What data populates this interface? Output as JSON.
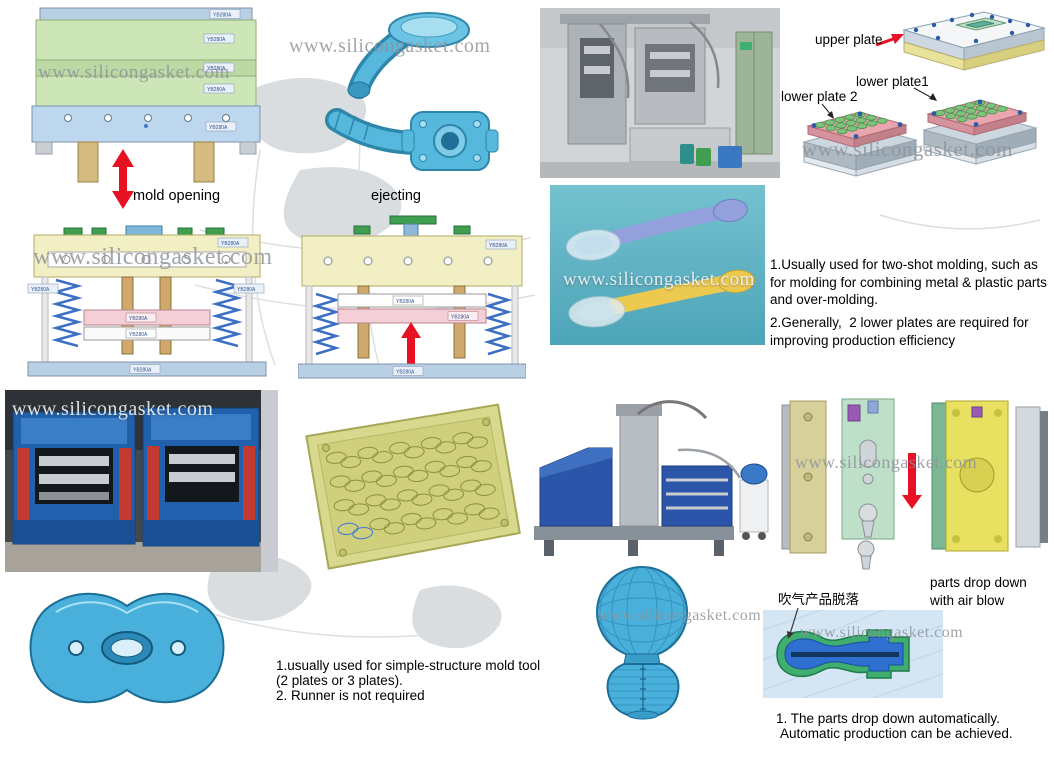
{
  "watermark": "www.silicongasket.com",
  "tags": {
    "plate": "YB280A"
  },
  "labels": {
    "mold_opening": "mold opening",
    "ejecting": "ejecting",
    "upper_plate": "upper plate",
    "lower_plate1": "lower plate1",
    "lower_plate2": "lower plate 2",
    "air_blow_cn": "吹气产品脱落",
    "air_blow_caption": "parts drop down with air blow"
  },
  "notes": {
    "two_shot_1": "1.Usually used for two-shot molding, such as for molding for combining metal & plastic parts and over-molding.",
    "two_shot_2": "2.Generally,  2 lower plates are required for improving production efficiency",
    "simple_1": "1.usually used for simple-structure mold tool",
    "simple_2": "(2 plates or 3 plates).",
    "simple_3": "2. Runner is not required",
    "auto_1": "1. The parts drop down automatically.",
    "auto_2": "Automatic production can be achieved."
  },
  "colors": {
    "red_arrow": "#e81123",
    "part_blue": "#49b0dc",
    "spoon_bg_teal": "#5ab0c0",
    "plate_yellow": "#f2efc4",
    "plate_green": "#cde6b8",
    "plate_blue": "#bcd7ee",
    "cavity_plate_pink": "#eaa6ae",
    "cavity_green": "#7cc47c",
    "press_machine_blue": "#2060ac",
    "mold_plate_khaki": "#d9d98e"
  }
}
